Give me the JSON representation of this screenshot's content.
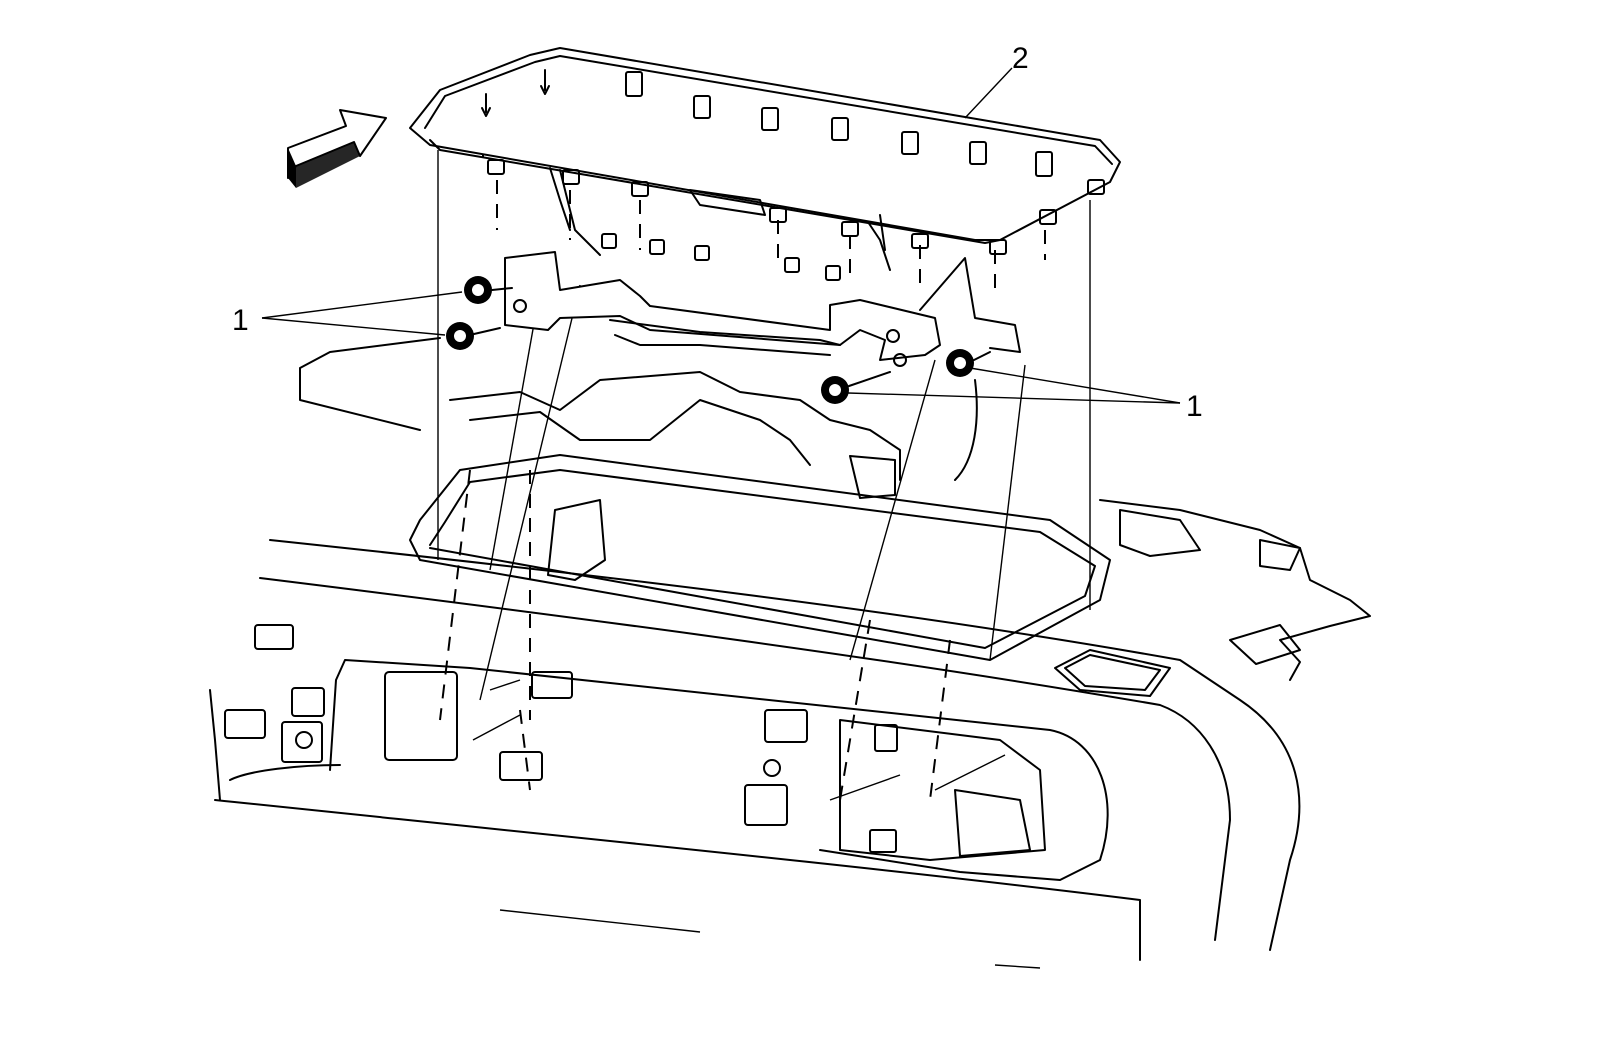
{
  "callouts": {
    "fasteners_left": "1",
    "fasteners_right": "1",
    "panel": "2"
  },
  "colors": {
    "line": "#000000",
    "background": "#ffffff"
  },
  "icons": {
    "direction_arrow": "front-direction-arrow-icon"
  }
}
